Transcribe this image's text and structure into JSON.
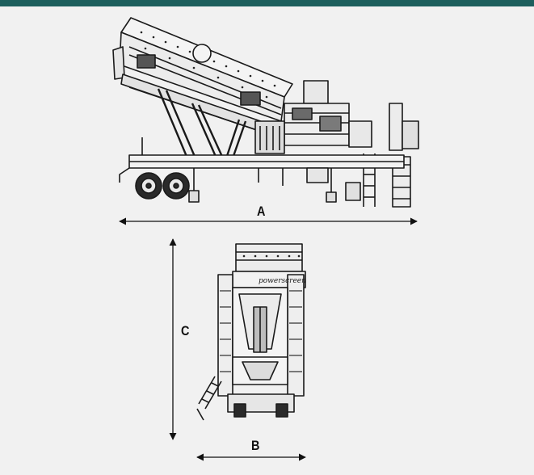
{
  "header": {
    "bar_color": "#1d5f5d"
  },
  "background_color": "#f1f1f1",
  "dimensions": {
    "a_label": "A",
    "b_label": "B",
    "c_label": "C"
  },
  "machine": {
    "brand_badge": "powerscreen"
  }
}
